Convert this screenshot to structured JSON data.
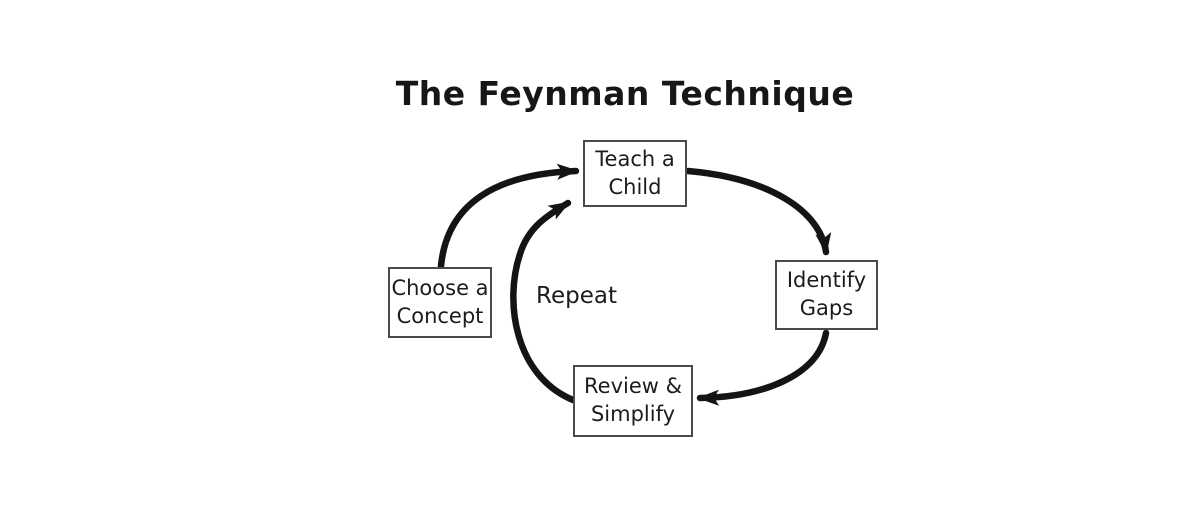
{
  "title": "The Feynman Technique",
  "nodes": {
    "teach": {
      "label": "Teach a\nChild"
    },
    "choose": {
      "label": "Choose a\nConcept"
    },
    "identify": {
      "label": "Identify\nGaps"
    },
    "review": {
      "label": "Review &\nSimplify"
    }
  },
  "annotations": {
    "repeat": "Repeat"
  },
  "edges": [
    {
      "from": "Choose a Concept",
      "to": "Teach a Child"
    },
    {
      "from": "Teach a Child",
      "to": "Identify Gaps"
    },
    {
      "from": "Identify Gaps",
      "to": "Review & Simplify"
    },
    {
      "from": "Review & Simplify",
      "to": "Teach a Child",
      "label": "Repeat"
    }
  ],
  "colors": {
    "background": "#ffffff",
    "arrow_stroke": "#141414",
    "box_border": "#4a4a4a",
    "text": "#1c1c1c"
  }
}
